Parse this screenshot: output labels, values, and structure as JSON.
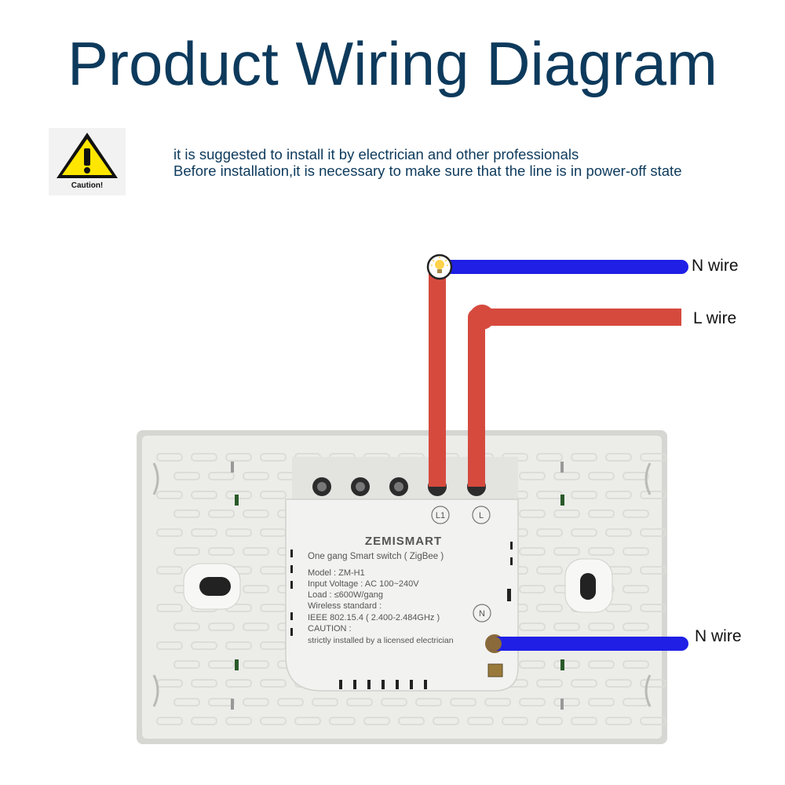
{
  "title": "Product Wiring Diagram",
  "caution": {
    "label": "Caution!",
    "icon": "warning-triangle-icon",
    "lines": [
      "it is suggested to install it by electrician and other professionals",
      "Before installation,it is necessary to make sure that the line is in power-off state"
    ]
  },
  "wires": {
    "n_top_label": "N wire",
    "l_label": "L wire",
    "n_bottom_label": "N wire"
  },
  "module": {
    "brand": "ZEMISMART",
    "terminals": {
      "l1": "L1",
      "l": "L",
      "n": "N"
    },
    "info": [
      "One gang Smart switch ( ZigBee )",
      "Model : ZM-H1",
      "Input Voltage : AC 100~240V",
      "Load : ≤600W/gang",
      "Wireless standard :",
      "IEEE 802.15.4 ( 2.400-2.484GHz )",
      "CAUTION :",
      "strictly installed by a licensed electrician"
    ]
  },
  "colors": {
    "title": "#0d3a5c",
    "n_wire": "#1f1fe6",
    "l_wire": "#d64a3e",
    "plate": "#ececea",
    "module": "#f1f1ef"
  }
}
